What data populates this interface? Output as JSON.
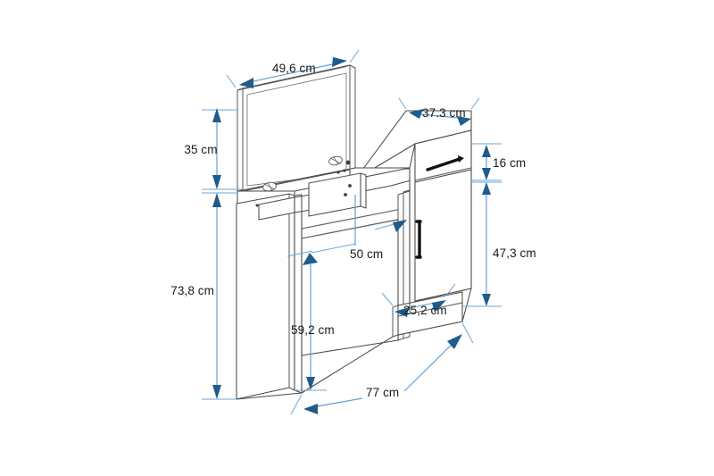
{
  "diagram": {
    "title": "Dressing table with mirror — dimensioned technical drawing",
    "background_color": "#ffffff",
    "line_color": "#4a4a4a",
    "dimension_color": "#5b9bd5",
    "arrow_color": "#1f5c8b",
    "units": "cm",
    "projection": "isometric-oblique"
  },
  "dimensions": {
    "mirror_width": "49,6 cm",
    "mirror_height": "35 cm",
    "cabinet_depth": "37.3 cm",
    "drawer_height": "16 cm",
    "lower_cabinet_height": "47,3 cm",
    "overall_height": "73,8 cm",
    "side_panel_height": "59,2 cm",
    "open_shelf_height": "50 cm",
    "plinth_depth": "25,2 cm",
    "overall_width": "77 cm"
  },
  "parts": {
    "mirror_panel": "mirror-panel",
    "left_side_panel": "left-side-panel",
    "top_surface": "top-surface",
    "drawer": "drawer",
    "drawer_handle": "drawer-handle",
    "door": "cabinet-door",
    "door_handle": "door-handle",
    "plinth": "plinth-base",
    "divider": "internal-divider",
    "cam_fittings": "cam-lock-fitting",
    "drill_holes": "drill-hole"
  }
}
